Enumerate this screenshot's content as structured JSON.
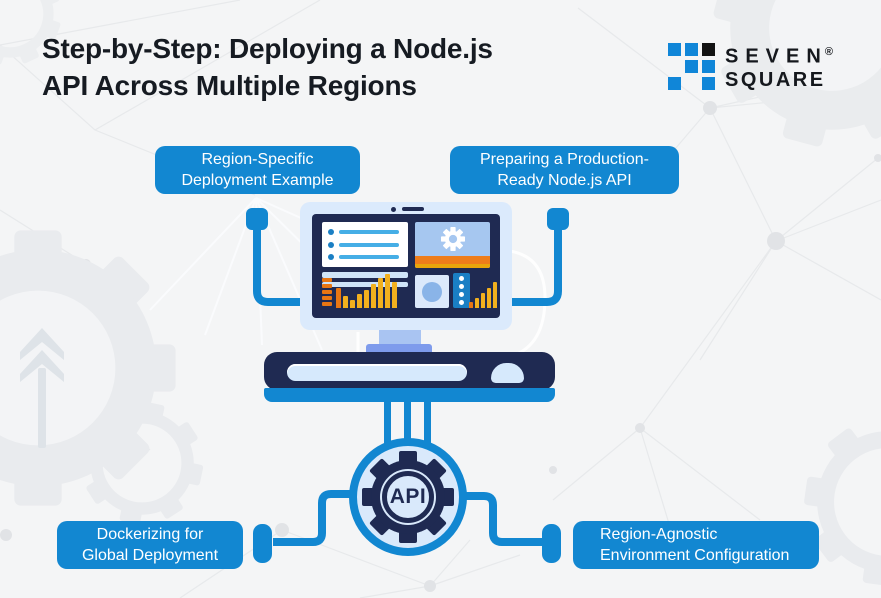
{
  "title": {
    "lines": [
      "Step-by-Step: Deploying a Node.js",
      "API Across Multiple Regions"
    ]
  },
  "logo": {
    "word1": "SEVEN",
    "word2": "SQUARE",
    "registered": "®",
    "colors": {
      "blue": "#1086d8",
      "black": "#131313"
    }
  },
  "steps": [
    {
      "id": "region-specific-deployment-example",
      "lines": [
        "Region-Specific",
        "Deployment Example"
      ]
    },
    {
      "id": "preparing-production-ready-nodejs-api",
      "lines": [
        "Preparing a Production-",
        "Ready Node.js API"
      ]
    },
    {
      "id": "dockerizing-for-global-deployment",
      "lines": [
        "Dockerizing for",
        "Global Deployment"
      ]
    },
    {
      "id": "region-agnostic-environment-configuration",
      "lines": [
        "Region-Agnostic",
        "Environment Configuration"
      ]
    }
  ],
  "illustration": {
    "api_label": "API"
  },
  "colors": {
    "background": "#f4f5f6",
    "accent_blue": "#1287d1",
    "navy": "#1f2a52",
    "light_blue_fill": "#d9e9fb",
    "panel_blue": "#a6c7f0",
    "orange": "#ef7d1a",
    "amber": "#f2b01e",
    "text_dark": "#161b22",
    "box_text": "#ffffff",
    "decor_gray": "#e9ebee"
  }
}
